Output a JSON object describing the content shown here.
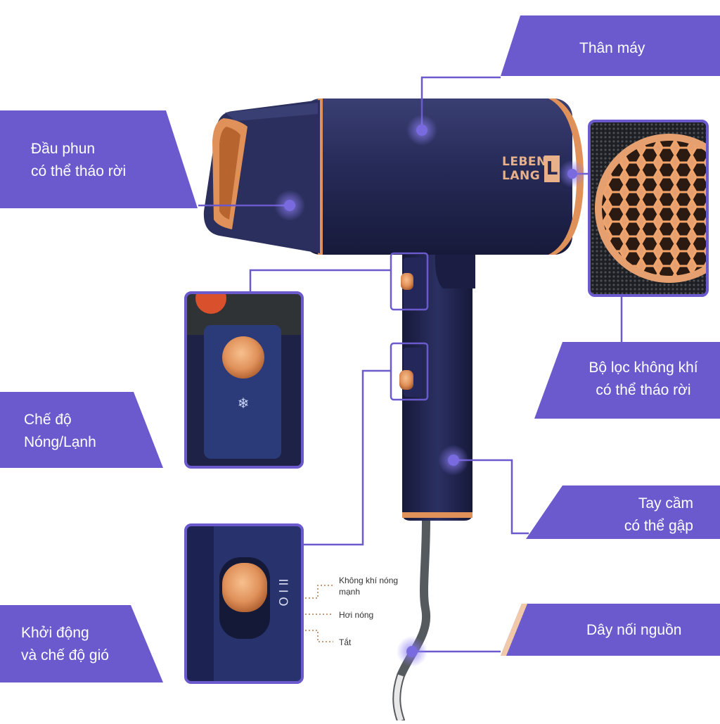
{
  "colors": {
    "accent": "#6a5acd",
    "body": "#262a57",
    "copper": "#e0915a",
    "cord": "#555a5e"
  },
  "brand": {
    "line1": "LEBEN",
    "line2": "LANG",
    "mark": "L"
  },
  "callouts": {
    "body": "Thân máy",
    "nozzle_line1": "Đầu phun",
    "nozzle_line2": "có thể tháo rời",
    "filter_line1": "Bộ lọc không khí",
    "filter_line2": "có thể tháo rời",
    "mode_line1": "Chế độ",
    "mode_line2": "Nóng/Lạnh",
    "handle_line1": "Tay cầm",
    "handle_line2": "có thể gập",
    "power_line1": "Khởi động",
    "power_line2": "và chế độ gió",
    "cord": "Dây nối nguồn"
  },
  "switch_legend": {
    "strong_line1": "Không khí nóng",
    "strong_line2": "mạnh",
    "hot": "Hơi nóng",
    "off": "Tắt"
  },
  "icons": {
    "cold": "snowflake-icon",
    "switch_marks": "switch-position-icon"
  }
}
